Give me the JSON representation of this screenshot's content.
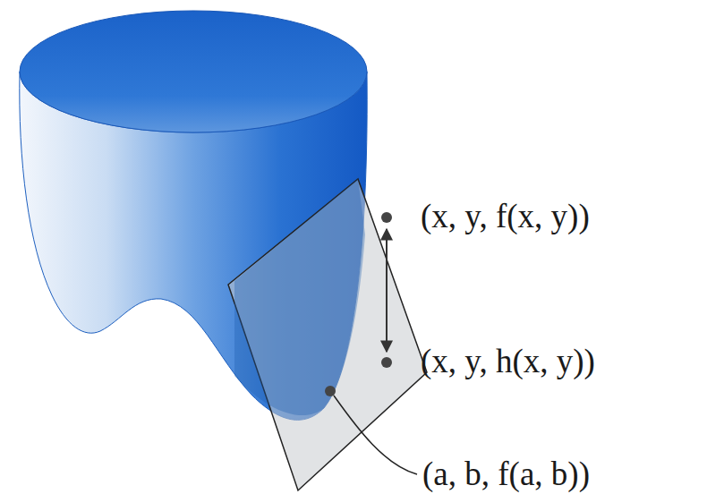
{
  "diagram": {
    "labels": [
      "(x, y, f(x, y))",
      "(x, y, h(x, y))",
      "(a, b, f(a, b))"
    ]
  }
}
